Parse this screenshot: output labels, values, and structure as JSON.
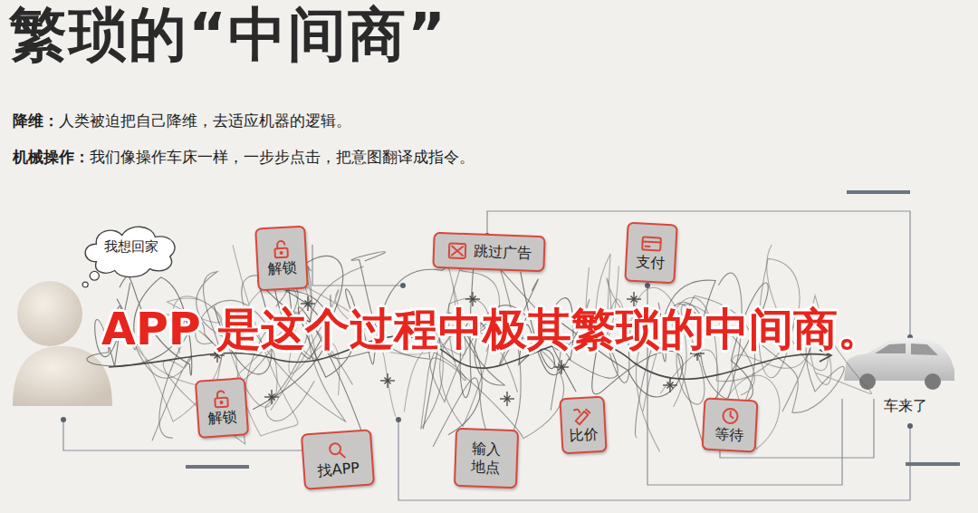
{
  "diagram": {
    "title": "繁琐的“中间商”",
    "nodes": [
      {
        "text": [
          "我想回家"
        ]
      },
      {
        "text": [
          "解锁"
        ]
      },
      {
        "text": [
          "跳过广告"
        ]
      },
      {
        "text": [
          "支付"
        ]
      },
      {
        "text": [
          "解锁"
        ]
      },
      {
        "text": [
          "找APP"
        ]
      },
      {
        "text": [
          "输入地点"
        ]
      },
      {
        "text": [
          "比价"
        ]
      },
      {
        "text": [
          "等待"
        ]
      }
    ],
    "labels": [
      "降维：",
      "人类被迫把自己降维，去适应机器的逻辑。",
      "机械操作：",
      "我们像操作车床一样，一步步点击，把意图翻译成指令。",
      "APP 是这个过程中极其繁琐的中间商。",
      "车来了"
    ]
  }
}
